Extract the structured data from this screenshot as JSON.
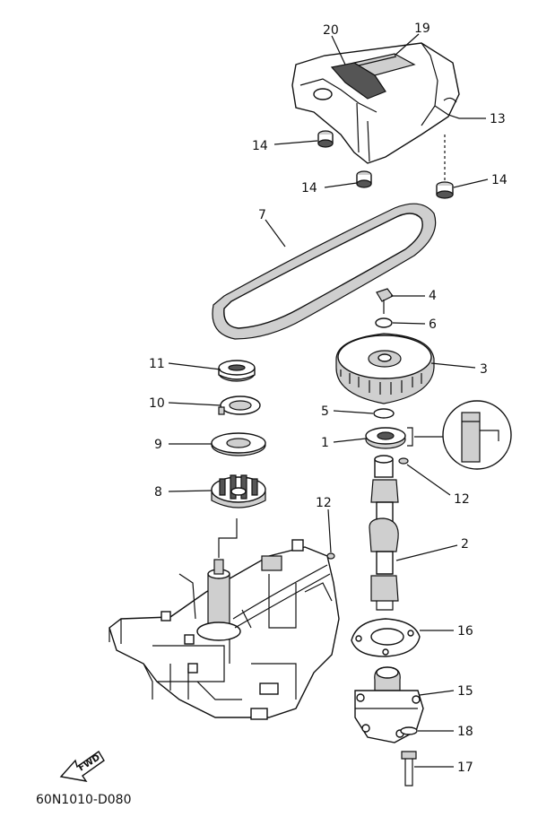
{
  "diagram": {
    "drawing_code": "60N1010-D080",
    "fwd_label": "FWD",
    "callouts": [
      "20",
      "19",
      "13",
      "14",
      "14",
      "14",
      "7",
      "4",
      "6",
      "3",
      "11",
      "10",
      "5",
      "1",
      "9",
      "12",
      "8",
      "12",
      "2",
      "16",
      "15",
      "18",
      "17"
    ]
  }
}
